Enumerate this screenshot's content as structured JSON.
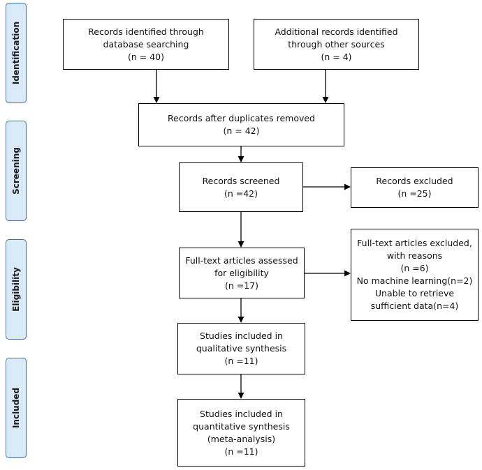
{
  "stages": {
    "identification": "Identification",
    "screening": "Screening",
    "eligibility": "Eligibility",
    "included": "Included"
  },
  "boxes": {
    "db_search": [
      "Records identified through",
      "database searching",
      "(n = 40)"
    ],
    "other_sources": [
      "Additional records identified",
      "through other sources",
      "(n = 4)"
    ],
    "after_duplicates": [
      "Records after duplicates removed",
      "(n = 42)"
    ],
    "screened": [
      "Records screened",
      "(n =42)"
    ],
    "excluded": [
      "Records excluded",
      "(n =25)"
    ],
    "fulltext_assessed": [
      "Full-text articles assessed",
      "for eligibility",
      "(n =17)"
    ],
    "fulltext_excluded": [
      "Full-text articles excluded,",
      "with reasons",
      "(n =6)",
      "No machine learning(n=2)",
      "Unable to retrieve",
      "sufficient data(n=4)"
    ],
    "qualitative": [
      "Studies included in",
      "qualitative synthesis",
      "(n =11)"
    ],
    "quantitative": [
      "Studies included in",
      "quantitative synthesis",
      "(meta-analysis)",
      "(n =11)"
    ]
  }
}
